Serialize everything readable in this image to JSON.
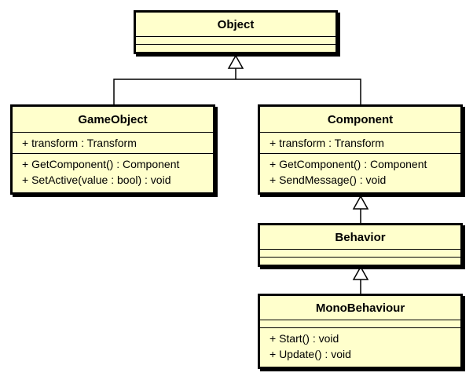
{
  "classes": {
    "object": {
      "name": "Object",
      "attributes": [],
      "operations": []
    },
    "gameobject": {
      "name": "GameObject",
      "attributes": [
        "+ transform : Transform"
      ],
      "operations": [
        "+ GetComponent() : Component",
        "+ SetActive(value : bool) : void"
      ]
    },
    "component": {
      "name": "Component",
      "attributes": [
        "+ transform : Transform"
      ],
      "operations": [
        "+ GetComponent() : Component",
        "+ SendMessage() : void"
      ]
    },
    "behavior": {
      "name": "Behavior",
      "attributes": [],
      "operations": []
    },
    "monobehaviour": {
      "name": "MonoBehaviour",
      "attributes": [],
      "operations": [
        "+ Start() : void",
        "+ Update() : void"
      ]
    }
  },
  "relations": [
    {
      "from": "GameObject",
      "to": "Object",
      "type": "generalization"
    },
    {
      "from": "Component",
      "to": "Object",
      "type": "generalization"
    },
    {
      "from": "Behavior",
      "to": "Component",
      "type": "generalization"
    },
    {
      "from": "MonoBehaviour",
      "to": "Behavior",
      "type": "generalization"
    }
  ]
}
